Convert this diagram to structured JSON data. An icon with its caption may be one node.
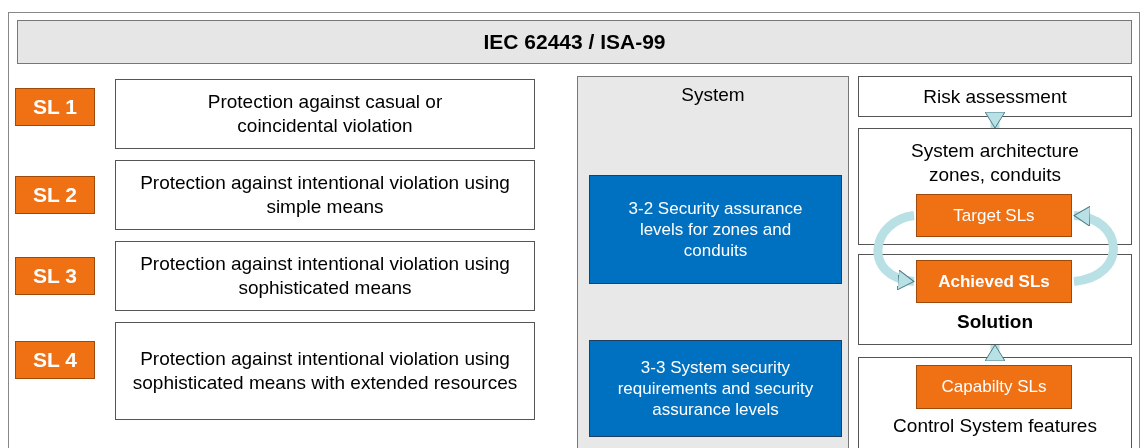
{
  "diagram": {
    "title": "IEC 62443 / ISA-99",
    "nodes": [
      {
        "text": [
          "SL 1"
        ]
      },
      {
        "text": [
          "Protection against casual or coincidental violation"
        ]
      },
      {
        "text": [
          "SL 2"
        ]
      },
      {
        "text": [
          "Protection against intentional violation using simple means"
        ]
      },
      {
        "text": [
          "SL 3"
        ]
      },
      {
        "text": [
          "Protection against intentional violation using sophisticated means"
        ]
      },
      {
        "text": [
          "SL 4"
        ]
      },
      {
        "text": [
          "Protection against intentional violation using sophisticated means with extended resources"
        ]
      },
      {
        "text": [
          "System"
        ]
      },
      {
        "text": [
          "3-2 Security assurance levels for zones and conduits"
        ],
        "in": 8
      },
      {
        "text": [
          "3-3 System security requirements and security assurance levels"
        ],
        "in": 8
      },
      {
        "text": [
          "Risk assessment"
        ]
      },
      {
        "text": [
          "System architecture zones, conduits"
        ]
      },
      {
        "text": [
          "Target SLs"
        ],
        "in": 12
      },
      {
        "text": [
          "Solution"
        ]
      },
      {
        "text": [
          "Achieved SLs"
        ],
        "in": 14
      },
      {
        "text": [
          "Control System features"
        ]
      },
      {
        "text": [
          "Capabilty SLs"
        ],
        "in": 16
      }
    ],
    "edges": [
      {
        "from": 11,
        "to": 12,
        "arrow": "to"
      },
      {
        "from": 13,
        "to": 15,
        "arrow": "to"
      },
      {
        "from": 15,
        "to": 13,
        "arrow": "to"
      },
      {
        "from": 16,
        "to": 14,
        "arrow": "to"
      }
    ]
  }
}
